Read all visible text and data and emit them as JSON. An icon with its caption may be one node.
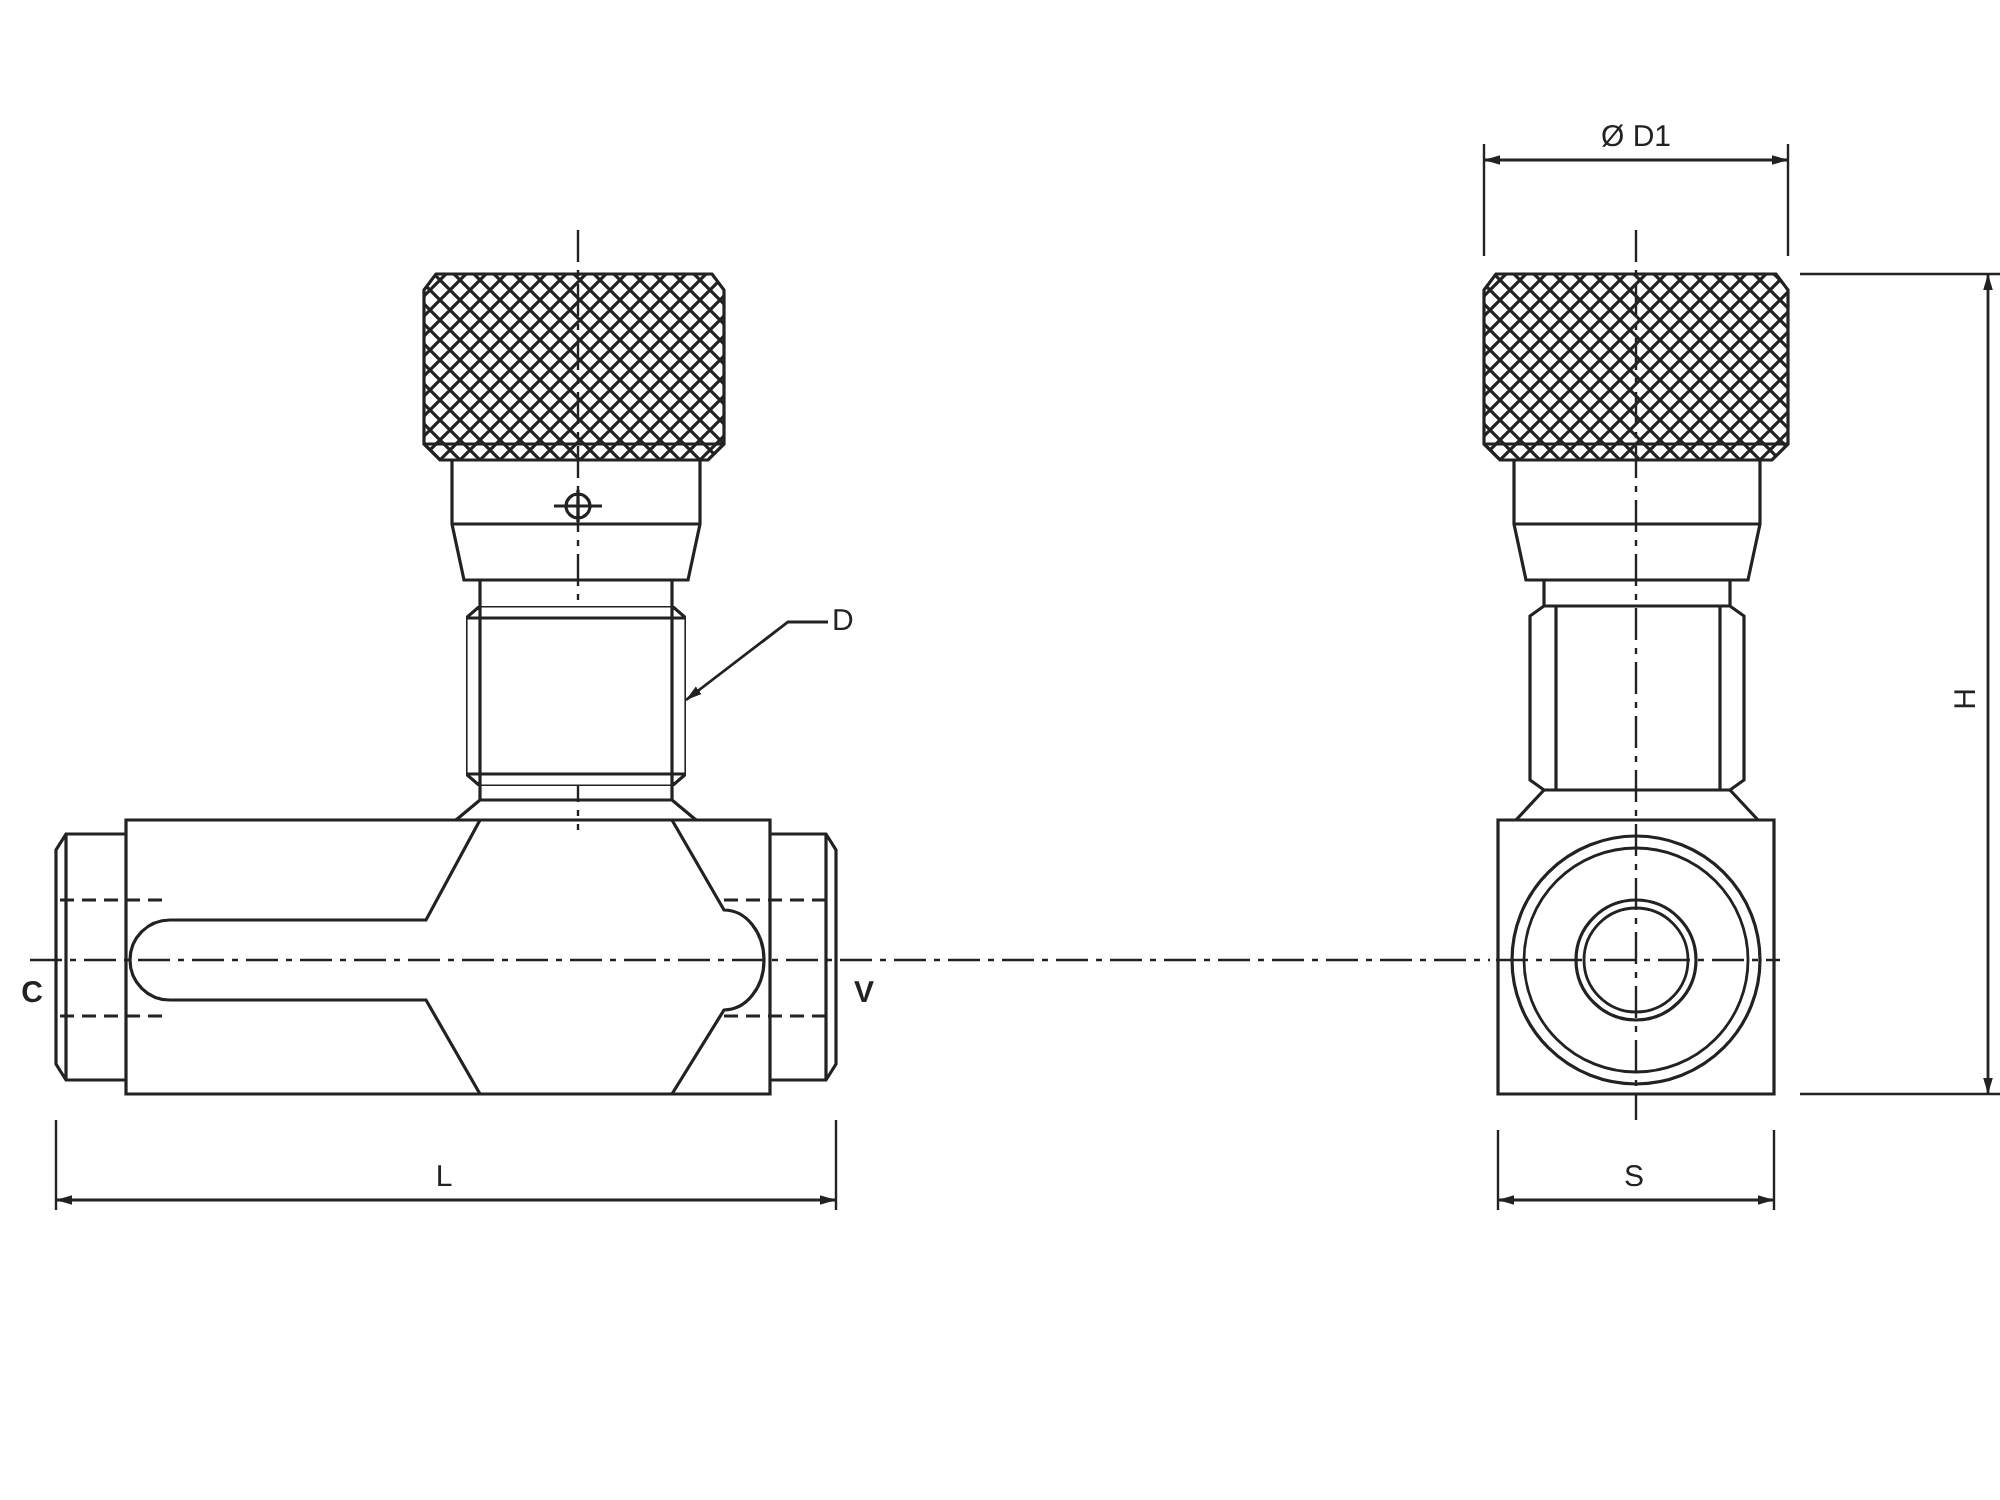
{
  "diagram": {
    "nodes": [
      {
        "text": [
          "D"
        ]
      },
      {
        "text": [],
        "shape": "bar"
      }
    ],
    "edges": [
      {
        "from": 0,
        "to": 1,
        "arrow": "to"
      }
    ],
    "labels": [
      "Ø D1",
      "H",
      "C",
      "V",
      "L",
      "S"
    ]
  }
}
